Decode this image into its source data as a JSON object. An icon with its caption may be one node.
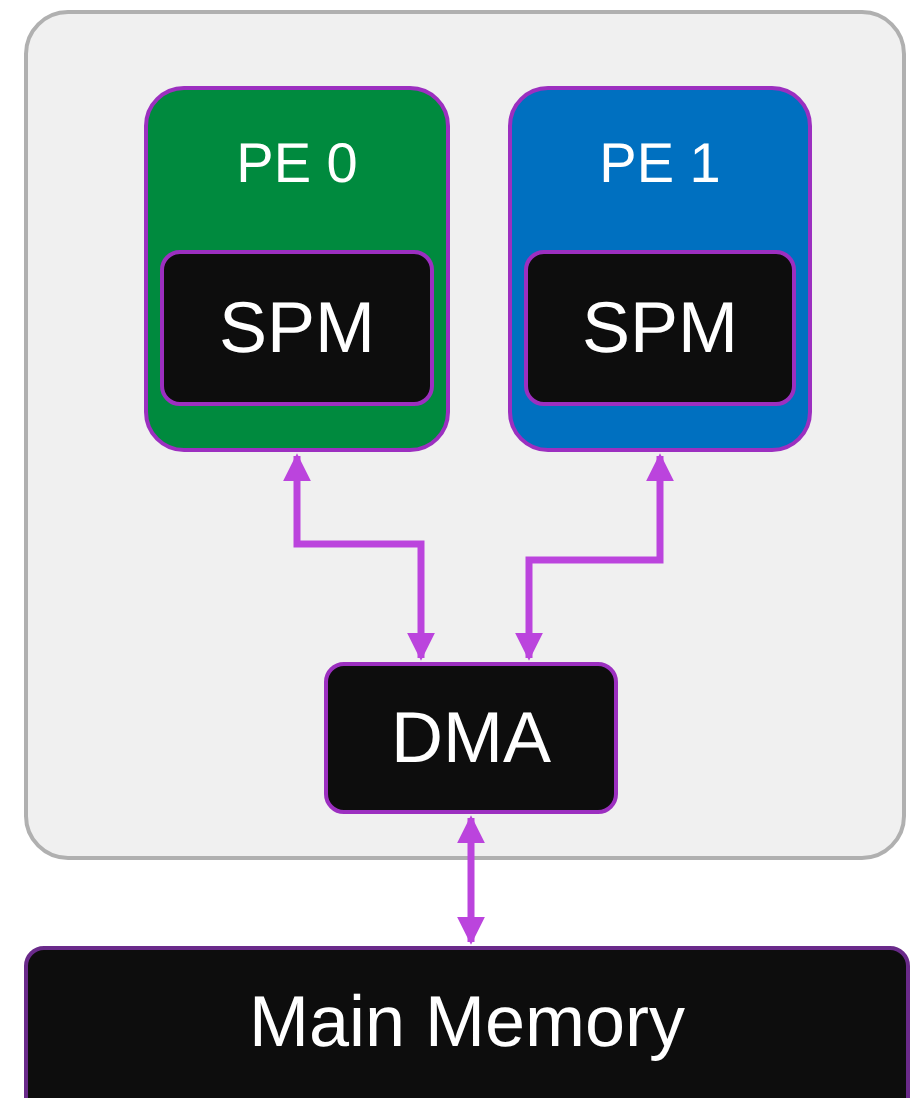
{
  "diagram": {
    "nodes": [
      {
        "text": [],
        "shape": "box"
      },
      {
        "text": [
          "PE 0"
        ],
        "in": 0
      },
      {
        "text": [
          "SPM"
        ],
        "in": 1
      },
      {
        "text": [
          "PE 1"
        ],
        "in": 0
      },
      {
        "text": [
          "SPM"
        ],
        "in": 3
      },
      {
        "text": [
          "DMA"
        ],
        "in": 0
      },
      {
        "text": [
          "Main Memory"
        ]
      }
    ],
    "edges": [
      {
        "from": 1,
        "to": 5,
        "arrow": "both"
      },
      {
        "from": 3,
        "to": 5,
        "arrow": "both"
      },
      {
        "from": 5,
        "to": 6,
        "arrow": "both"
      }
    ]
  }
}
